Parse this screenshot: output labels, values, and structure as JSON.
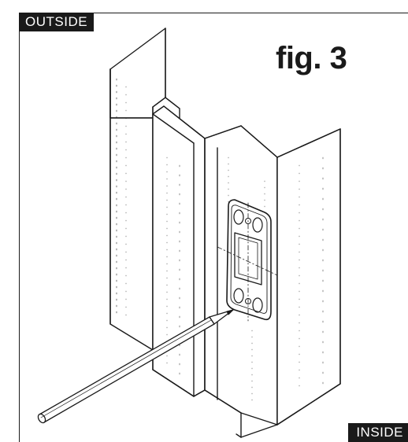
{
  "labels": {
    "outside": "OUTSIDE",
    "inside": "INSIDE",
    "figure": "fig. 3"
  }
}
